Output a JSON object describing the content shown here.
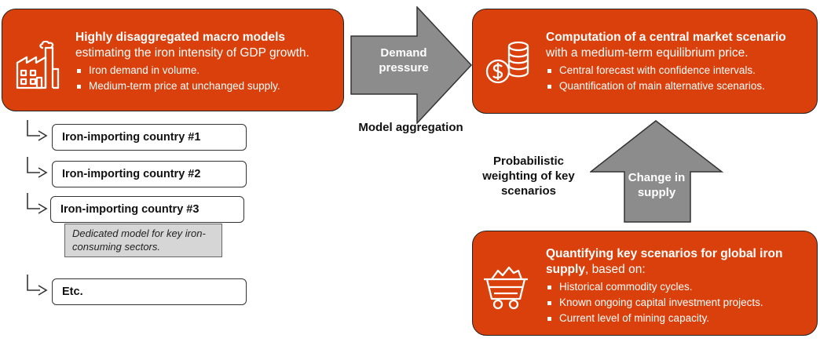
{
  "macro_box": {
    "icon": "factory-icon",
    "title": "Highly disaggregated macro models",
    "subtitle": "estimating the iron intensity of GDP growth.",
    "bullets": [
      "Iron demand in volume.",
      "Medium-term price at unchanged supply."
    ]
  },
  "countries": [
    "Iron-importing country #1",
    "Iron-importing country #2",
    "Iron-importing country #3",
    "Etc."
  ],
  "dedicated_note": "Dedicated model for key iron-consuming sectors.",
  "demand_arrow": {
    "label": "Demand pressure",
    "caption": "Model aggregation"
  },
  "central_box": {
    "icon": "coins-dollar-icon",
    "title": "Computation of a central market scenario",
    "subtitle": "with a medium-term equilibrium price.",
    "bullets": [
      "Central forecast with confidence intervals.",
      "Quantification of main alternative scenarios."
    ]
  },
  "probabilistic_label": "Probabilistic weighting of key scenarios",
  "supply_arrow": {
    "label": "Change in supply"
  },
  "supply_box": {
    "icon": "mining-cart-icon",
    "title": "Quantifying key scenarios for global iron supply",
    "subtitle": ", based on:",
    "bullets": [
      "Historical commodity cycles.",
      "Known ongoing capital investment projects.",
      "Current level of mining capacity."
    ]
  },
  "colors": {
    "accent": "#d9400b",
    "arrow": "#8c8c8c",
    "note_bg": "#d6d6d6"
  }
}
